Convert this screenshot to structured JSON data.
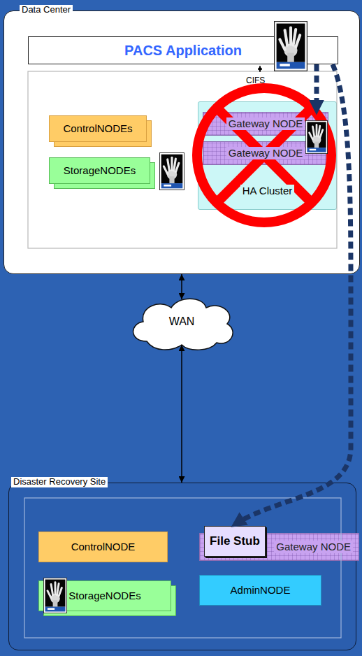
{
  "diagram": {
    "nodes": [
      {
        "text": [
          "Data Center"
        ]
      },
      {
        "text": [
          "PACS Application"
        ],
        "in": 0
      },
      {
        "text": [
          "ControlNODEs"
        ],
        "in": 0
      },
      {
        "text": [
          "StorageNODEs"
        ],
        "in": 0
      },
      {
        "text": [
          "HA Cluster"
        ],
        "in": 0
      },
      {
        "text": [
          "Gateway NODE"
        ],
        "in": 4
      },
      {
        "text": [
          "Gateway NODE"
        ],
        "in": 4
      },
      {
        "text": [
          "WAN"
        ]
      },
      {
        "text": [
          "Disaster Recovery Site"
        ]
      },
      {
        "text": [
          "ControlNODE"
        ],
        "in": 8
      },
      {
        "text": [
          "StorageNODEs"
        ],
        "in": 8
      },
      {
        "text": [
          "Gateway NODE"
        ],
        "in": 8
      },
      {
        "text": [
          "File Stub"
        ],
        "in": 11
      },
      {
        "text": [
          "AdminNODE"
        ],
        "in": 8
      }
    ],
    "edges": [
      {
        "from": 0,
        "to": 7,
        "arrow": "both"
      },
      {
        "from": 7,
        "to": 8,
        "arrow": "both"
      },
      {
        "from": 1,
        "to": 5,
        "arrow": "to"
      },
      {
        "from": 1,
        "to": 12,
        "arrow": "to"
      }
    ],
    "labels": [
      "CIFS"
    ]
  }
}
